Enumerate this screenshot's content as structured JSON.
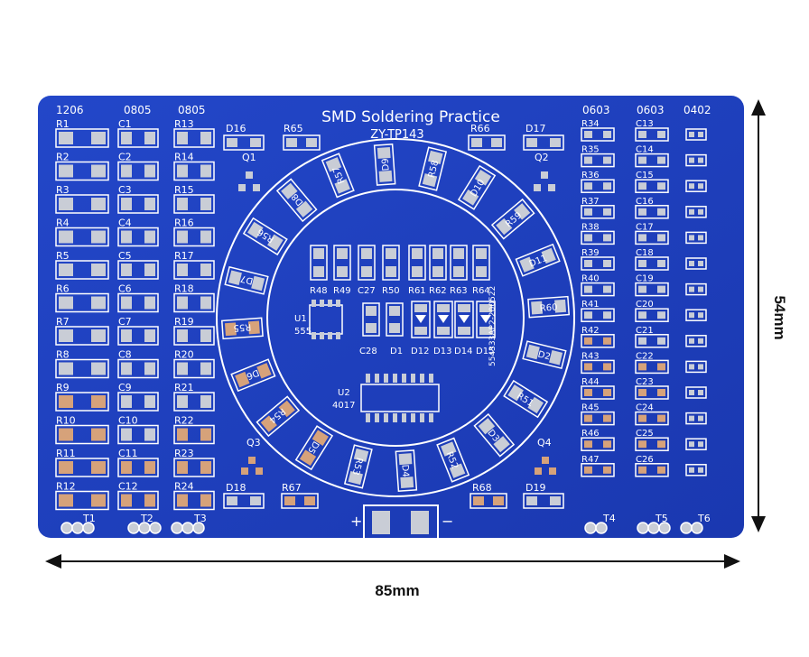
{
  "board": {
    "title": "SMD Soldering Practice",
    "model": "ZY-TP143",
    "serial": "554333AP2-200522",
    "colors": {
      "pcb": "#1c3fc0",
      "silk": "#ffffff",
      "pad": "#c9cdd6",
      "copper": "#d6a27a"
    }
  },
  "dimensions": {
    "width_label": "85mm",
    "height_label": "54mm"
  },
  "columns": {
    "left_sizes": [
      "1206",
      "0805",
      "0805"
    ],
    "right_sizes": [
      "0603",
      "0603",
      "0402"
    ],
    "col1": [
      "R1",
      "R2",
      "R3",
      "R4",
      "R5",
      "R6",
      "R7",
      "R8",
      "R9",
      "R10",
      "R11",
      "R12"
    ],
    "col2": [
      "C1",
      "C2",
      "C3",
      "C4",
      "C5",
      "C6",
      "C7",
      "C8",
      "C9",
      "C10",
      "C11",
      "C12"
    ],
    "col3": [
      "R13",
      "R14",
      "R15",
      "R16",
      "R17",
      "R18",
      "R19",
      "R20",
      "R21",
      "R22",
      "R23",
      "R24"
    ],
    "col4": [
      "R34",
      "R35",
      "R36",
      "R37",
      "R38",
      "R39",
      "R40",
      "R41",
      "R42",
      "R43",
      "R44",
      "R45",
      "R46",
      "R47"
    ],
    "col5": [
      "C13",
      "C14",
      "C15",
      "C16",
      "C17",
      "C18",
      "C19",
      "C20",
      "C21",
      "C22",
      "C23",
      "C24",
      "C25",
      "C26"
    ]
  },
  "top_labels": {
    "d16": "D16",
    "r65": "R65",
    "r66": "R66",
    "d17": "D17",
    "q1": "Q1",
    "q2": "Q2"
  },
  "bottom_labels": {
    "d18": "D18",
    "r67": "R67",
    "r68": "R68",
    "d19": "D19",
    "q3": "Q3",
    "q4": "Q4",
    "plus": "+",
    "minus": "−"
  },
  "test_points": [
    "T1",
    "T2",
    "T3",
    "T4",
    "T5",
    "T6"
  ],
  "ring_labels": [
    "D9",
    "R58",
    "D10",
    "R59",
    "D11",
    "R60",
    "D2",
    "R51",
    "D3",
    "R52",
    "D4",
    "R53",
    "D5",
    "R54",
    "D6",
    "R55",
    "D7",
    "R56",
    "D8",
    "R57"
  ],
  "center": {
    "top_row": [
      "R48",
      "R49",
      "C27",
      "R50",
      "R61",
      "R62",
      "R63",
      "R64"
    ],
    "u1": "U1",
    "u1_part": "555",
    "c28": "C28",
    "d1": "D1",
    "diode_row": [
      "D12",
      "D13",
      "D14",
      "D15"
    ],
    "u2": "U2",
    "u2_part": "4017"
  }
}
